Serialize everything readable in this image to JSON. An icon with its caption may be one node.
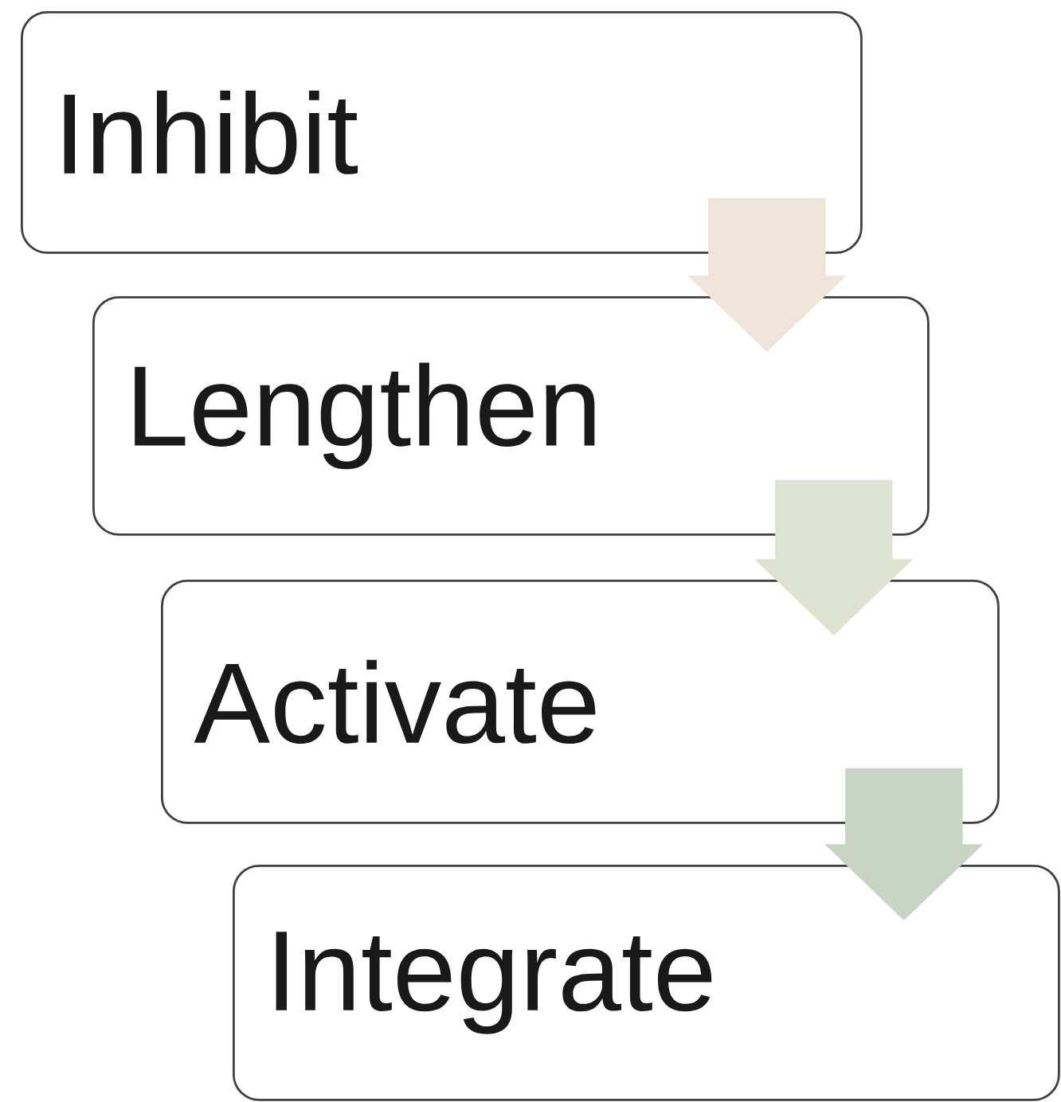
{
  "diagram": {
    "nodes": [
      {
        "text": [
          "Inhibit"
        ]
      },
      {
        "text": [
          "Lengthen"
        ]
      },
      {
        "text": [
          "Activate"
        ]
      },
      {
        "text": [
          "Integrate"
        ]
      }
    ],
    "edges": [
      {
        "from": 0,
        "to": 1,
        "arrow": "to",
        "color": "#efe5da"
      },
      {
        "from": 1,
        "to": 2,
        "arrow": "to",
        "color": "#dde3d0"
      },
      {
        "from": 2,
        "to": 3,
        "arrow": "to",
        "color": "#c8d4c4"
      }
    ]
  }
}
